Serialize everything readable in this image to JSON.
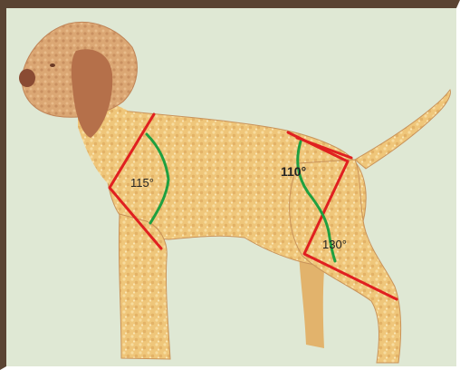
{
  "diagram": {
    "subject": "dog",
    "colors": {
      "background": "#dfe8d4",
      "frame": "#5a4433",
      "coat": "#efc67a",
      "coat_shadow": "#c9935a",
      "head": "#d9a06a",
      "ear": "#b5704a",
      "angle_lines": "#e02020",
      "curve_lines": "#1fa040"
    },
    "angles": [
      {
        "label": "115°",
        "joint": "shoulder"
      },
      {
        "label": "110°",
        "joint": "hip"
      },
      {
        "label": "130°",
        "joint": "stifle"
      }
    ]
  }
}
